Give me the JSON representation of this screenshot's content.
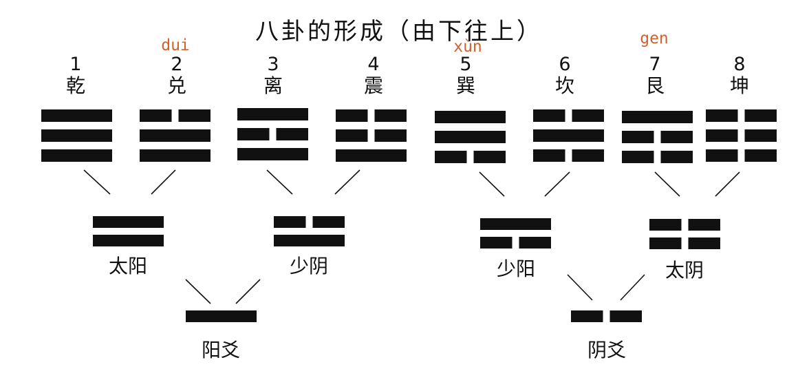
{
  "title": "八卦的形成（由下往上）",
  "colors": {
    "ink": "#111111",
    "pinyin": "#d1602a"
  },
  "trigrams": [
    {
      "num": "1",
      "name": "乾",
      "pinyin": "",
      "lines": [
        "yang",
        "yang",
        "yang"
      ]
    },
    {
      "num": "2",
      "name": "兑",
      "pinyin": "dui",
      "lines": [
        "yin",
        "yang",
        "yang"
      ]
    },
    {
      "num": "3",
      "name": "离",
      "pinyin": "",
      "lines": [
        "yang",
        "yin",
        "yang"
      ]
    },
    {
      "num": "4",
      "name": "震",
      "pinyin": "",
      "lines": [
        "yin",
        "yin",
        "yang"
      ]
    },
    {
      "num": "5",
      "name": "巽",
      "pinyin": "xùn",
      "lines": [
        "yang",
        "yang",
        "yin"
      ]
    },
    {
      "num": "6",
      "name": "坎",
      "pinyin": "",
      "lines": [
        "yin",
        "yang",
        "yin"
      ]
    },
    {
      "num": "7",
      "name": "艮",
      "pinyin": "gen",
      "lines": [
        "yang",
        "yin",
        "yin"
      ]
    },
    {
      "num": "8",
      "name": "坤",
      "pinyin": "",
      "lines": [
        "yin",
        "yin",
        "yin"
      ]
    }
  ],
  "bigrams": [
    {
      "name": "太阳",
      "lines": [
        "yang",
        "yang"
      ]
    },
    {
      "name": "少阴",
      "lines": [
        "yin",
        "yang"
      ]
    },
    {
      "name": "少阳",
      "lines": [
        "yang",
        "yin"
      ]
    },
    {
      "name": "太阴",
      "lines": [
        "yin",
        "yin"
      ]
    }
  ],
  "yao": [
    {
      "name": "阳爻",
      "line": "yang"
    },
    {
      "name": "阴爻",
      "line": "yin"
    }
  ]
}
